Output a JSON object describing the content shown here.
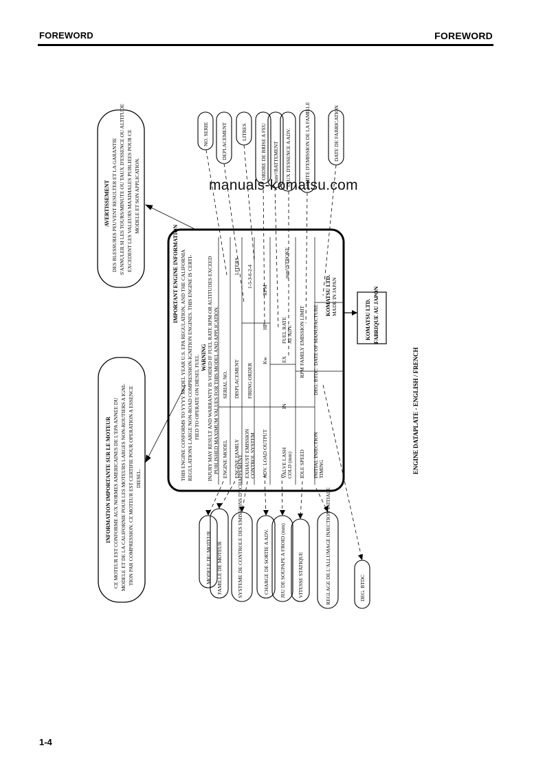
{
  "header": {
    "left": "FOREWORD",
    "right": "FOREWORD"
  },
  "watermark": "manuals-komatsu.com",
  "page_number": "1-4",
  "caption": "ENGINE DATAPLATE - ENGLISH / FRENCH",
  "avertissement": {
    "title": "AVERTISSEMENT",
    "lines": [
      "DES BLESSURES PEUVENT RESULTER ET LA GARANTIE",
      "S'ANNULER SI LES TOURS/MINUTE OU TAUX D'ESSENCE OU ALTITUDE",
      "EXCEDENT LES VALEURS MAXIMALES PUBLIEES POUR CE",
      "MODELE ET SON APPLICATION."
    ]
  },
  "information": {
    "title": "INFORMATION IMPORTANTE SUR LE MOTEUR",
    "lines": [
      "CE MOTEUR EST CONFORME AUX NORMES AMERICAINES DE L'EPA ANNEE DU",
      "MODELE ET DE LA CALIFORNIE POUR LES MOTEURS LARGES NON-ROUTIERS A IGNI-",
      "TION PAR COMPRESSION. CE MOTEUR EST CERTIFIE POUR OPERATION A ESSENCE",
      "DIESEL."
    ]
  },
  "plate": {
    "title": "IMPORTANT ENGINE INFORMATION",
    "intro": [
      "THIS ENGINE CONFORMS TO YYYY MODEL YEAR U.S. EPA REGULATION, AND THE CALIFORNIA",
      "REGULATIONS LARGE NON-ROAD COMPRESSION-IGNITION ENGINES. THIS ENGINE IS CERTI-",
      "FIED TO OPERATE ON DIESEL FUEL"
    ],
    "warning_title": "WARNING",
    "warning": [
      "INJURY MAY RESULT AND WARRANTY IS VOIDED IF FUEL RATE RPM OR ALTITUDES EXCEED",
      "PUBLISHED MAXIMUM VALUES FOR THIS MODEL AND APPLICATION."
    ],
    "cells": {
      "engine_model": "ENGINE MODEL",
      "serial_no": "SERIAL NO.",
      "engine_family": "ENGINE FAMILY",
      "displacement": "DISPLACEMENT",
      "liters": "LITERS",
      "exhaust_emission": "EXHAUST EMISSION",
      "control_system": "CONTROL SYSTEM",
      "firing_order": "FIRING ORDER",
      "firing_order_value": "1-5-3-6-2-4",
      "adv_load_output": "ADV. LOAD OUTPUT",
      "kw": "Kw",
      "hp": "HP",
      "rpm": "RPM",
      "valve_lash": "VALVE LASH",
      "cold": "COLD (mm)",
      "in": "IN",
      "ex": "EX",
      "fuel_rate": "FUEL RATE",
      "at_adv": "AT ADV.",
      "mm_stroke": "mm³/STROKE",
      "idle_speed": "IDLE SPEED",
      "rpm2": "RPM",
      "family_emission_limit": "FAMILY EMISSION LIMIT",
      "initial_injection": "INITIAL INJECTION",
      "timing": "TIMING",
      "deg_btdc": "DEG. BTDC",
      "date_of_manufacture": "DATE OF MANUFACTURE",
      "komatsu_ltd": "KOMATSU LTD.",
      "made_in_japan": "MADE IN JAPAN"
    }
  },
  "labels_top": [
    "NO. SERIE",
    "DEPLACEMENT",
    "LITRES",
    "ORDRE DE BRISE A FEU",
    "mm³/BATTEMENT",
    "TAUX D'ESSENCE A ADV.",
    "LIMITE D'EMISSION DE LA FAMILLE",
    "DATE DE FABRICATION"
  ],
  "labels_bottom": [
    "MODELE DU MOTEUR",
    "FAMILLE DE MOTEUR",
    "SYSTEME DE CONTROLE DES EMISSIONS D'ECHAPPEMENT",
    "CHARGE DE SORTIE A ADV.",
    "JEU DE SOUPAPE A FROID (mm)",
    "VITESSE STATIQUE",
    "REGLAGE DE L'ALLUMAGE INJECTION INITIALE",
    "DEG. BTDC"
  ],
  "komatsu_box": [
    "KOMATSU LTD.",
    "FABRIQUE AU JAPON"
  ]
}
